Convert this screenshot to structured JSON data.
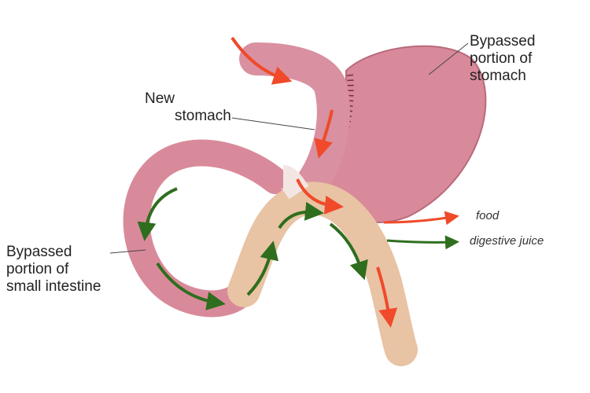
{
  "labels": {
    "bypassed_stomach": [
      "Bypassed",
      "portion of",
      "stomach"
    ],
    "new_stomach": [
      "New",
      "stomach"
    ],
    "bypassed_intestine": [
      "Bypassed",
      "portion of",
      "small intestine"
    ]
  },
  "legend": {
    "food": "food",
    "digestive_juice": "digestive juice"
  },
  "colors": {
    "food_arrow": "#f04a2a",
    "juice_arrow": "#2f6e1e",
    "stomach": "#d98a9a",
    "intestine": "#e8c3a4"
  }
}
